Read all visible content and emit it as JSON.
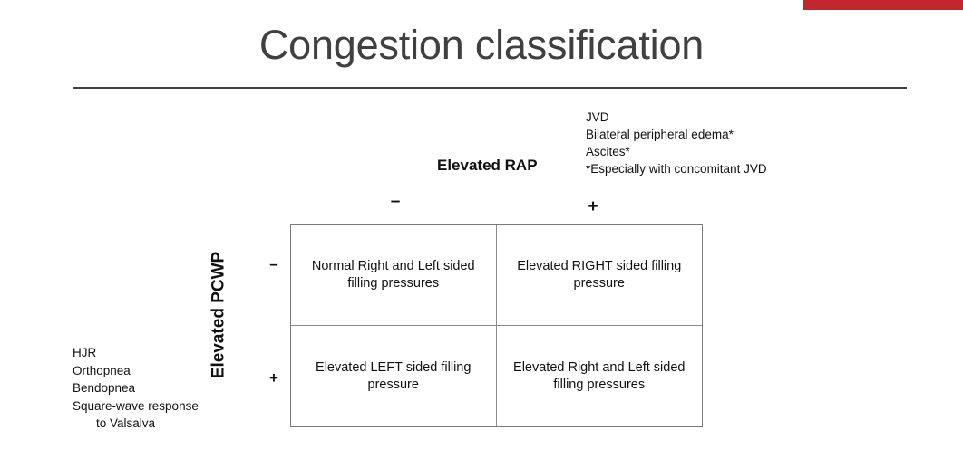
{
  "slide": {
    "title": "Congestion classification",
    "accent_color": "#c1272d",
    "title_color": "#404040"
  },
  "axes": {
    "column": {
      "label": "Elevated RAP",
      "negative_sign": "–",
      "positive_sign": "+",
      "findings_heading": "",
      "findings": [
        "JVD",
        "Bilateral peripheral edema*",
        "Ascites*",
        "*Especially with concomitant JVD"
      ]
    },
    "row": {
      "label": "Elevated PCWP",
      "negative_sign": "–",
      "positive_sign": "+",
      "findings": [
        "HJR",
        "Orthopnea",
        "Bendopnea",
        "Square-wave response",
        "to Valsalva"
      ]
    }
  },
  "matrix": {
    "cells": [
      {
        "id": "rap-neg-pcwp-neg",
        "text": "Normal Right and Left sided filling pressures"
      },
      {
        "id": "rap-pos-pcwp-neg",
        "text": "Elevated RIGHT sided filling pressure"
      },
      {
        "id": "rap-neg-pcwp-pos",
        "text": "Elevated LEFT sided filling pressure"
      },
      {
        "id": "rap-pos-pcwp-pos",
        "text": "Elevated Right and Left sided filling pressures"
      }
    ]
  }
}
